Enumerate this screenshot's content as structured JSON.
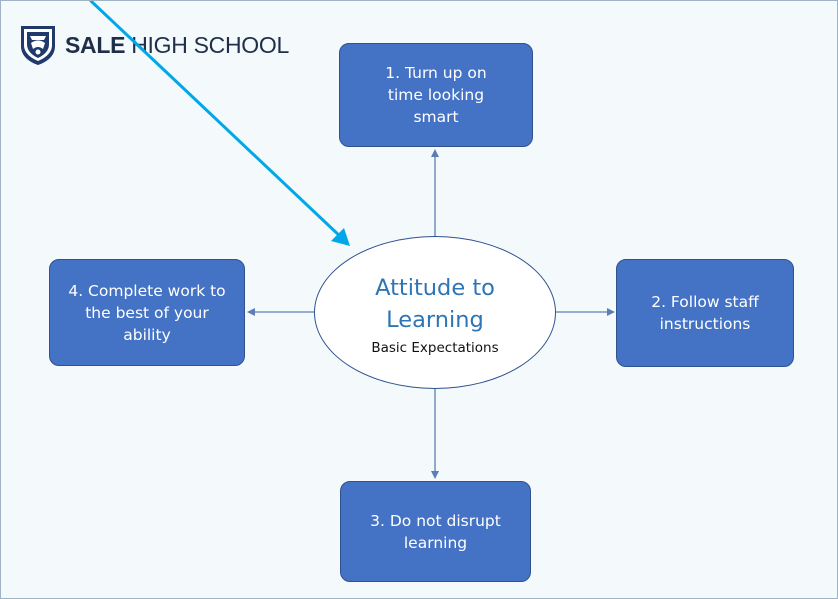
{
  "logo": {
    "strong": "SALE",
    "light": " HIGH SCHOOL",
    "shield_icon": "school-crest-icon"
  },
  "center": {
    "title_line1": "Attitude to",
    "title_line2": "Learning",
    "subtitle": "Basic Expectations"
  },
  "boxes": {
    "top": {
      "line1": "1. Turn up on",
      "line2": "time looking",
      "line3": "smart"
    },
    "right": {
      "line1": "2. Follow staff",
      "line2": "instructions"
    },
    "bottom": {
      "line1": "3. Do not disrupt",
      "line2": "learning"
    },
    "left": {
      "line1": "4. Complete work to",
      "line2": "the best of your",
      "line3": "ability"
    }
  },
  "colors": {
    "box_fill": "#4472c4",
    "box_border": "#2f528f",
    "title_text": "#2e75b6",
    "annotation_arrow": "#00a8e8",
    "connector": "#5b7fb5"
  }
}
